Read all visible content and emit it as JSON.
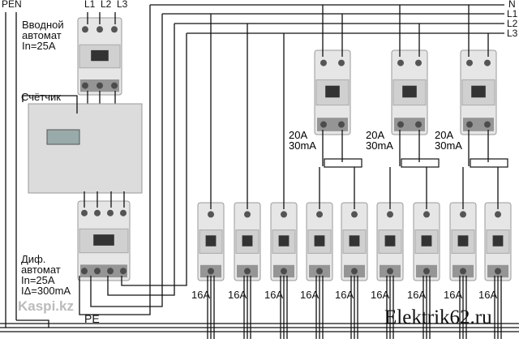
{
  "buses": {
    "pen": "PEN",
    "pe": "PE",
    "n": "N",
    "l1": "L1",
    "l2": "L2",
    "l3": "L3"
  },
  "input_breaker": {
    "phases": [
      "L1",
      "L2",
      "L3"
    ],
    "line1": "Вводной",
    "line2": "автомат",
    "line3": "In=25A"
  },
  "meter": {
    "label": "Счётчик"
  },
  "diff_breaker": {
    "line1": "Диф.",
    "line2": "автомат",
    "line3": "In=25A",
    "line4": "IΔ=300mA"
  },
  "rcds": [
    {
      "a": "20A",
      "b": "30mA"
    },
    {
      "a": "20A",
      "b": "30mA"
    },
    {
      "a": "20A",
      "b": "30mA"
    }
  ],
  "breakers": [
    {
      "label": "16A"
    },
    {
      "label": "16A"
    },
    {
      "label": "16A"
    },
    {
      "label": "16A"
    },
    {
      "label": "16A"
    },
    {
      "label": "16A"
    },
    {
      "label": "16A"
    },
    {
      "label": "16A"
    },
    {
      "label": "16A"
    }
  ],
  "watermark": "Elektrik62.ru",
  "kaspi": "Kaspi.kz"
}
